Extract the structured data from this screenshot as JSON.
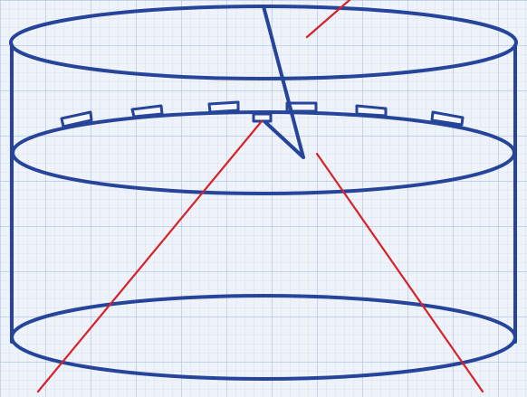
{
  "diagram": {
    "kind": "cylinder-sketch-on-graph-paper",
    "colors": {
      "background": "#eef2f9",
      "grid_minor": "#c9d6ee",
      "grid_major": "#aebfe2",
      "outline": "#25449a",
      "annotation_line": "#d6232a",
      "tab_fill": "#f4f6fb"
    },
    "elements": {
      "cylinder_count": 1,
      "ellipse_count": 3,
      "rim_tab_count": 7,
      "annotation_line_count": 3,
      "pointer_line_count": 1
    }
  }
}
